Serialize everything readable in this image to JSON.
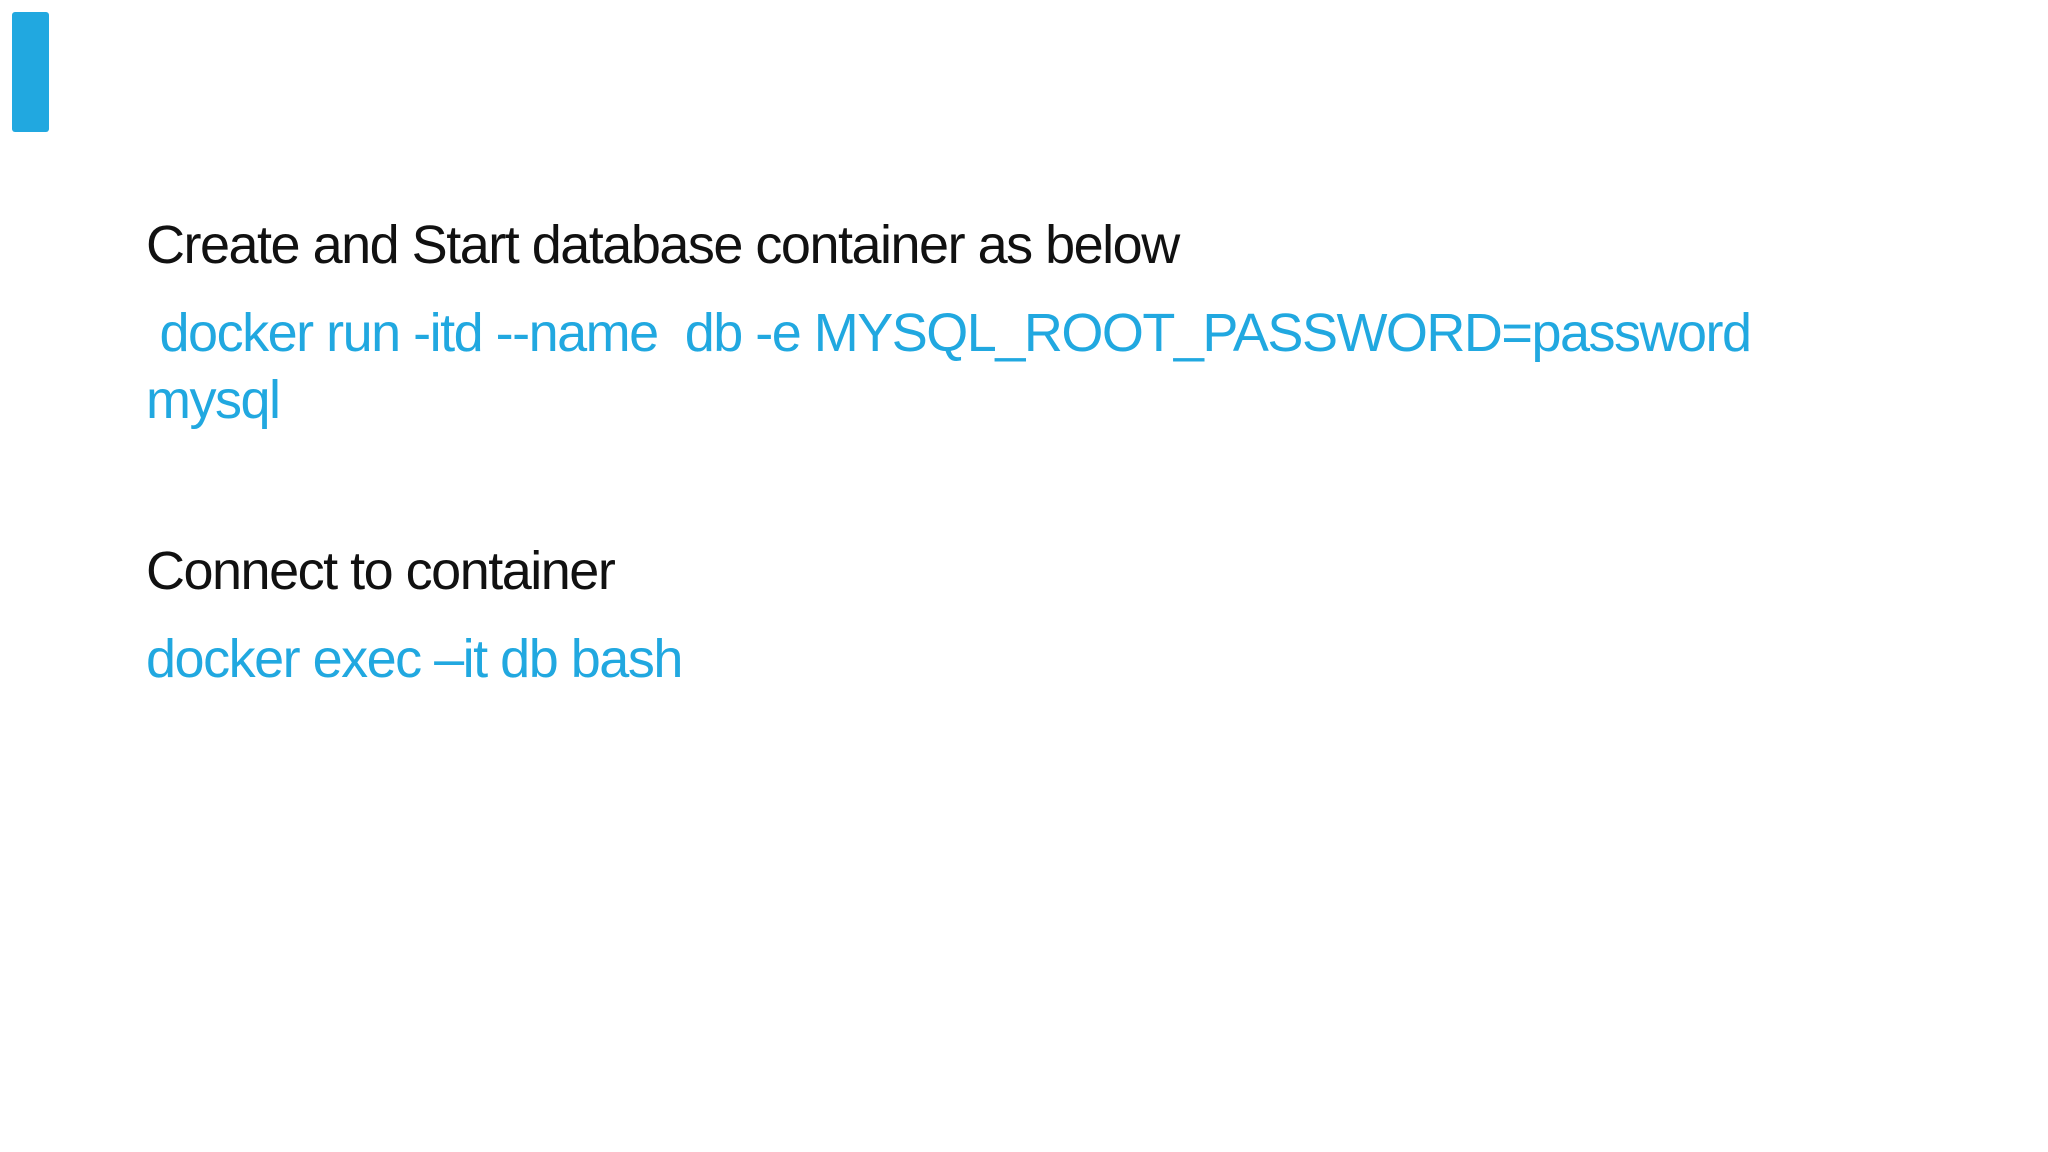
{
  "slide": {
    "colors": {
      "background": "#ffffff",
      "accent": "#21A8E0",
      "heading_text": "#111111",
      "command_text": "#21A8E0"
    },
    "sections": [
      {
        "heading": "Create and Start database container as below",
        "command_line1": " docker run -itd --name  db -e MYSQL_ROOT_PASSWORD=password",
        "command_line2": "mysql"
      },
      {
        "heading": "Connect to container",
        "command_line1": "docker exec –it db bash"
      }
    ]
  }
}
